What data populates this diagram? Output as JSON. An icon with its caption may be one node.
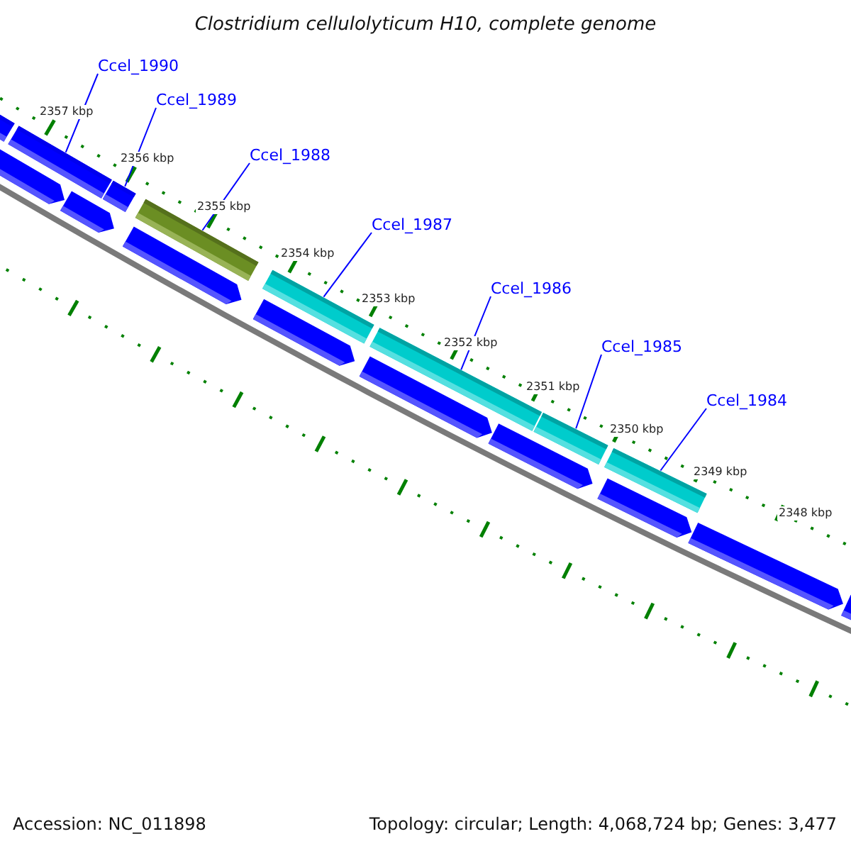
{
  "diagram": {
    "title": "Clostridium cellulolyticum H10, complete genome",
    "nodes": [
      {
        "text": [
          "Ccel_1990"
        ]
      },
      {
        "text": [
          "Ccel_1989"
        ]
      },
      {
        "text": [
          "Ccel_1988"
        ]
      },
      {
        "text": [
          "Ccel_1987"
        ]
      },
      {
        "text": [
          "Ccel_1986"
        ]
      },
      {
        "text": [
          "Ccel_1985"
        ]
      },
      {
        "text": [
          "Ccel_1984"
        ]
      },
      {
        "text": [],
        "shape": "bar"
      },
      {
        "text": [],
        "shape": "bar"
      },
      {
        "text": [],
        "shape": "bar"
      },
      {
        "text": [],
        "shape": "bar"
      },
      {
        "text": [],
        "shape": "bar"
      },
      {
        "text": [],
        "shape": "bar"
      },
      {
        "text": [],
        "shape": "bar"
      }
    ],
    "edges": [
      {
        "from": 0,
        "to": 7,
        "arrow": "none"
      },
      {
        "from": 1,
        "to": 8,
        "arrow": "none"
      },
      {
        "from": 2,
        "to": 9,
        "arrow": "none"
      },
      {
        "from": 3,
        "to": 10,
        "arrow": "none"
      },
      {
        "from": 4,
        "to": 11,
        "arrow": "none"
      },
      {
        "from": 5,
        "to": 12,
        "arrow": "none"
      },
      {
        "from": 6,
        "to": 13,
        "arrow": "none"
      }
    ],
    "labels": [
      "2357 kbp",
      "2356 kbp",
      "2355 kbp",
      "2354 kbp",
      "2353 kbp",
      "2352 kbp",
      "2351 kbp",
      "2350 kbp",
      "2349 kbp",
      "2348 kbp",
      "Accession: NC_011898",
      "Topology: circular; Length: 4,068,724 bp; Genes: 3,477"
    ]
  }
}
